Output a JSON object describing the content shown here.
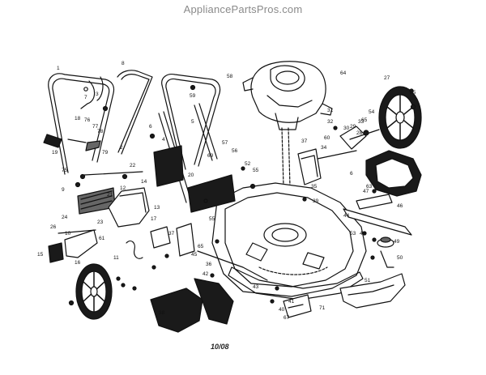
{
  "header": {
    "watermark": "AppliancePartsPros.com"
  },
  "footer": {
    "date_code": "10/08"
  },
  "diagram": {
    "part_labels": [
      "1",
      "8",
      "58",
      "64",
      "7",
      "3",
      "59",
      "5",
      "27",
      "25",
      "31",
      "32",
      "54",
      "18",
      "76",
      "77",
      "78",
      "6",
      "4",
      "33",
      "30",
      "65",
      "29",
      "28",
      "60",
      "2",
      "79",
      "19",
      "75",
      "34",
      "37",
      "57",
      "56",
      "69",
      "35",
      "39",
      "52",
      "55",
      "47",
      "63",
      "6",
      "13",
      "17",
      "36",
      "55",
      "21",
      "20",
      "12",
      "14",
      "9",
      "24",
      "26",
      "61",
      "46",
      "44",
      "10",
      "16",
      "15",
      "45",
      "65",
      "53",
      "48",
      "49",
      "50",
      "42",
      "43",
      "51",
      "71",
      "38",
      "22",
      "23",
      "11",
      "37",
      "41",
      "40",
      "67"
    ],
    "colors": {
      "line": "#111111",
      "fill_dark": "#1a1a1a",
      "fill_mid": "#666666",
      "watermark": "#8a8a8a"
    }
  }
}
